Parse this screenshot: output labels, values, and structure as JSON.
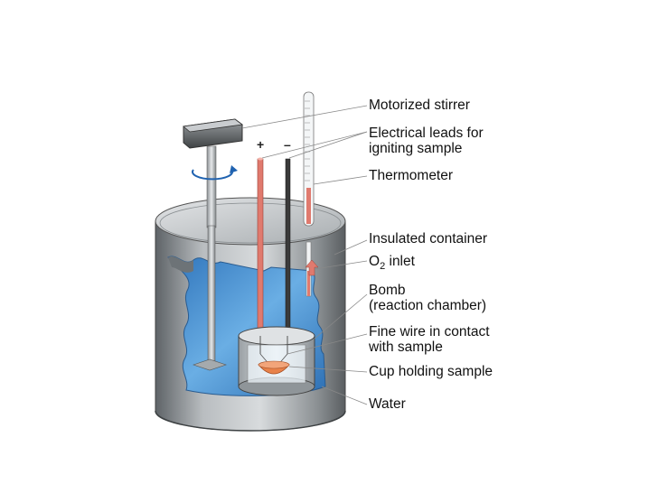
{
  "labels": {
    "motorized_stirrer": "Motorized stirrer",
    "electrical_leads_line1": "Electrical leads for",
    "electrical_leads_line2": "igniting sample",
    "thermometer": "Thermometer",
    "insulated_container": "Insulated container",
    "o2_inlet_main": "O",
    "o2_inlet_sub": "2",
    "o2_inlet_rest": " inlet",
    "bomb_line1": "Bomb",
    "bomb_line2": "(reaction chamber)",
    "fine_wire_line1": "Fine wire in contact",
    "fine_wire_line2": "with sample",
    "cup": "Cup holding sample",
    "water": "Water"
  },
  "polarity": {
    "plus": "+",
    "minus": "–"
  },
  "colors": {
    "steel": "#8f9498",
    "steel_dark": "#55595c",
    "steel_light": "#d4d7d9",
    "water": "#4a8fd0",
    "water_light": "#8cc0ea",
    "lead_pink": "#e07a6e",
    "lead_dark": "#3a3a3a",
    "sample": "#e8824a"
  }
}
